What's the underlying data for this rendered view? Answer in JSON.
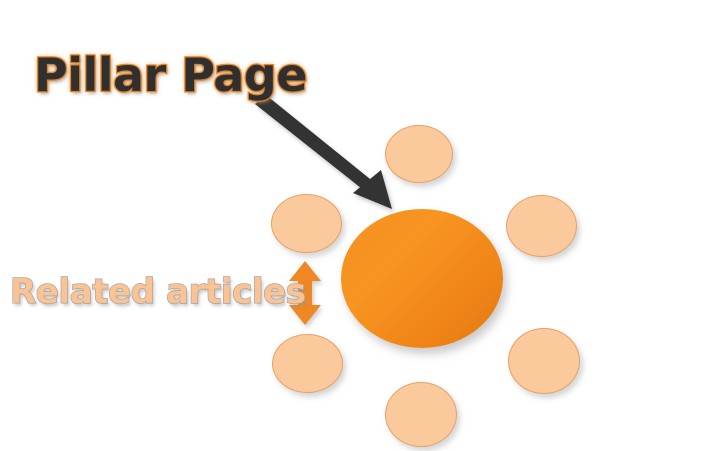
{
  "diagram": {
    "title_label": "Pillar Page",
    "related_label": "Related articles",
    "colors": {
      "pillar_circle_orange": "#f5921e",
      "satellite_peach": "#fac99c",
      "satellite_border": "#e8a164",
      "pillar_text_fill": "#2f2f2f",
      "pillar_text_glow": "#ef8722",
      "related_text_fill": "#fac393",
      "related_text_outline": "#a9a9a9",
      "pointer_arrow": "#333333",
      "double_arrow": "#ef8722",
      "background": "#ffffff"
    },
    "pillar_circle": {
      "name": "pillar-page-circle"
    },
    "satellites": [
      {
        "name": "related-article-circle-top"
      },
      {
        "name": "related-article-circle-upper-right"
      },
      {
        "name": "related-article-circle-lower-right"
      },
      {
        "name": "related-article-circle-bottom"
      },
      {
        "name": "related-article-circle-lower-left"
      },
      {
        "name": "related-article-circle-upper-left"
      }
    ],
    "arrows": [
      {
        "name": "pillar-page-pointer-arrow",
        "kind": "single-headed",
        "direction": "down-right"
      },
      {
        "name": "related-articles-double-arrow",
        "kind": "double-headed",
        "direction": "vertical"
      }
    ]
  }
}
